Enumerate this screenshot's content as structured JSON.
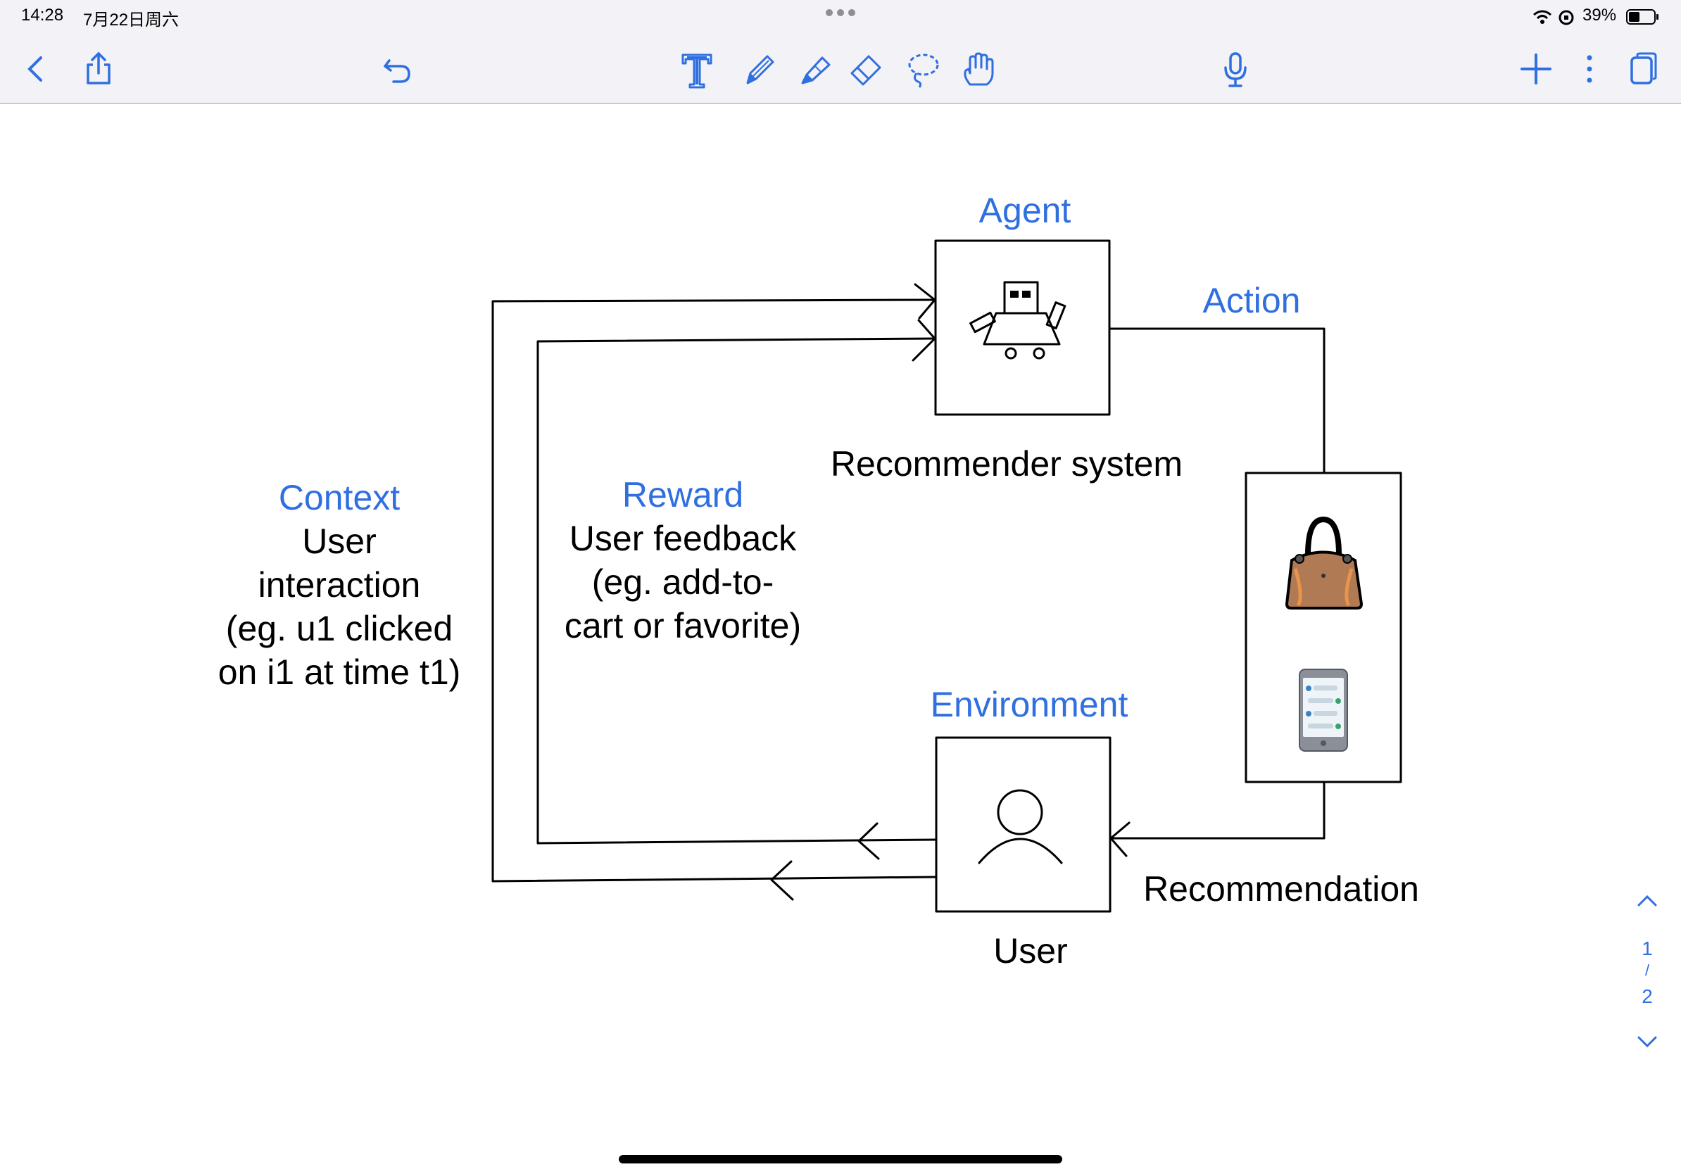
{
  "status_bar": {
    "time": "14:28",
    "date": "7月22日周六",
    "battery": "39%",
    "icons": [
      "wifi-icon",
      "orientation-lock-icon",
      "battery-icon"
    ]
  },
  "toolbar": {
    "left": [
      "back-icon",
      "share-icon"
    ],
    "undo": "undo-icon",
    "tools": [
      "text-tool-icon",
      "pen-tool-icon",
      "highlighter-tool-icon",
      "eraser-tool-icon",
      "lasso-tool-icon",
      "hand-tool-icon"
    ],
    "center": "microphone-icon",
    "right": [
      "add-icon",
      "more-icon",
      "pages-icon"
    ]
  },
  "diagram": {
    "agent_title": "Agent",
    "agent_caption": "Recommender system",
    "action_title": "Action",
    "environment_title": "Environment",
    "environment_caption": "User",
    "recommendation_label": "Recommendation",
    "context_title": "Context",
    "context_lines": [
      "User",
      "interaction",
      "(eg. u1 clicked",
      "on i1 at time t1)"
    ],
    "reward_title": "Reward",
    "reward_lines": [
      "User feedback",
      "(eg. add-to-",
      "cart or favorite)"
    ],
    "item_icons": [
      "handbag-icon",
      "smartphone-icon"
    ],
    "colors": {
      "title": "#2f6fe0",
      "text": "#000000",
      "line": "#000000"
    }
  },
  "pagination": {
    "current": "1",
    "separator": "/",
    "total": "2"
  }
}
